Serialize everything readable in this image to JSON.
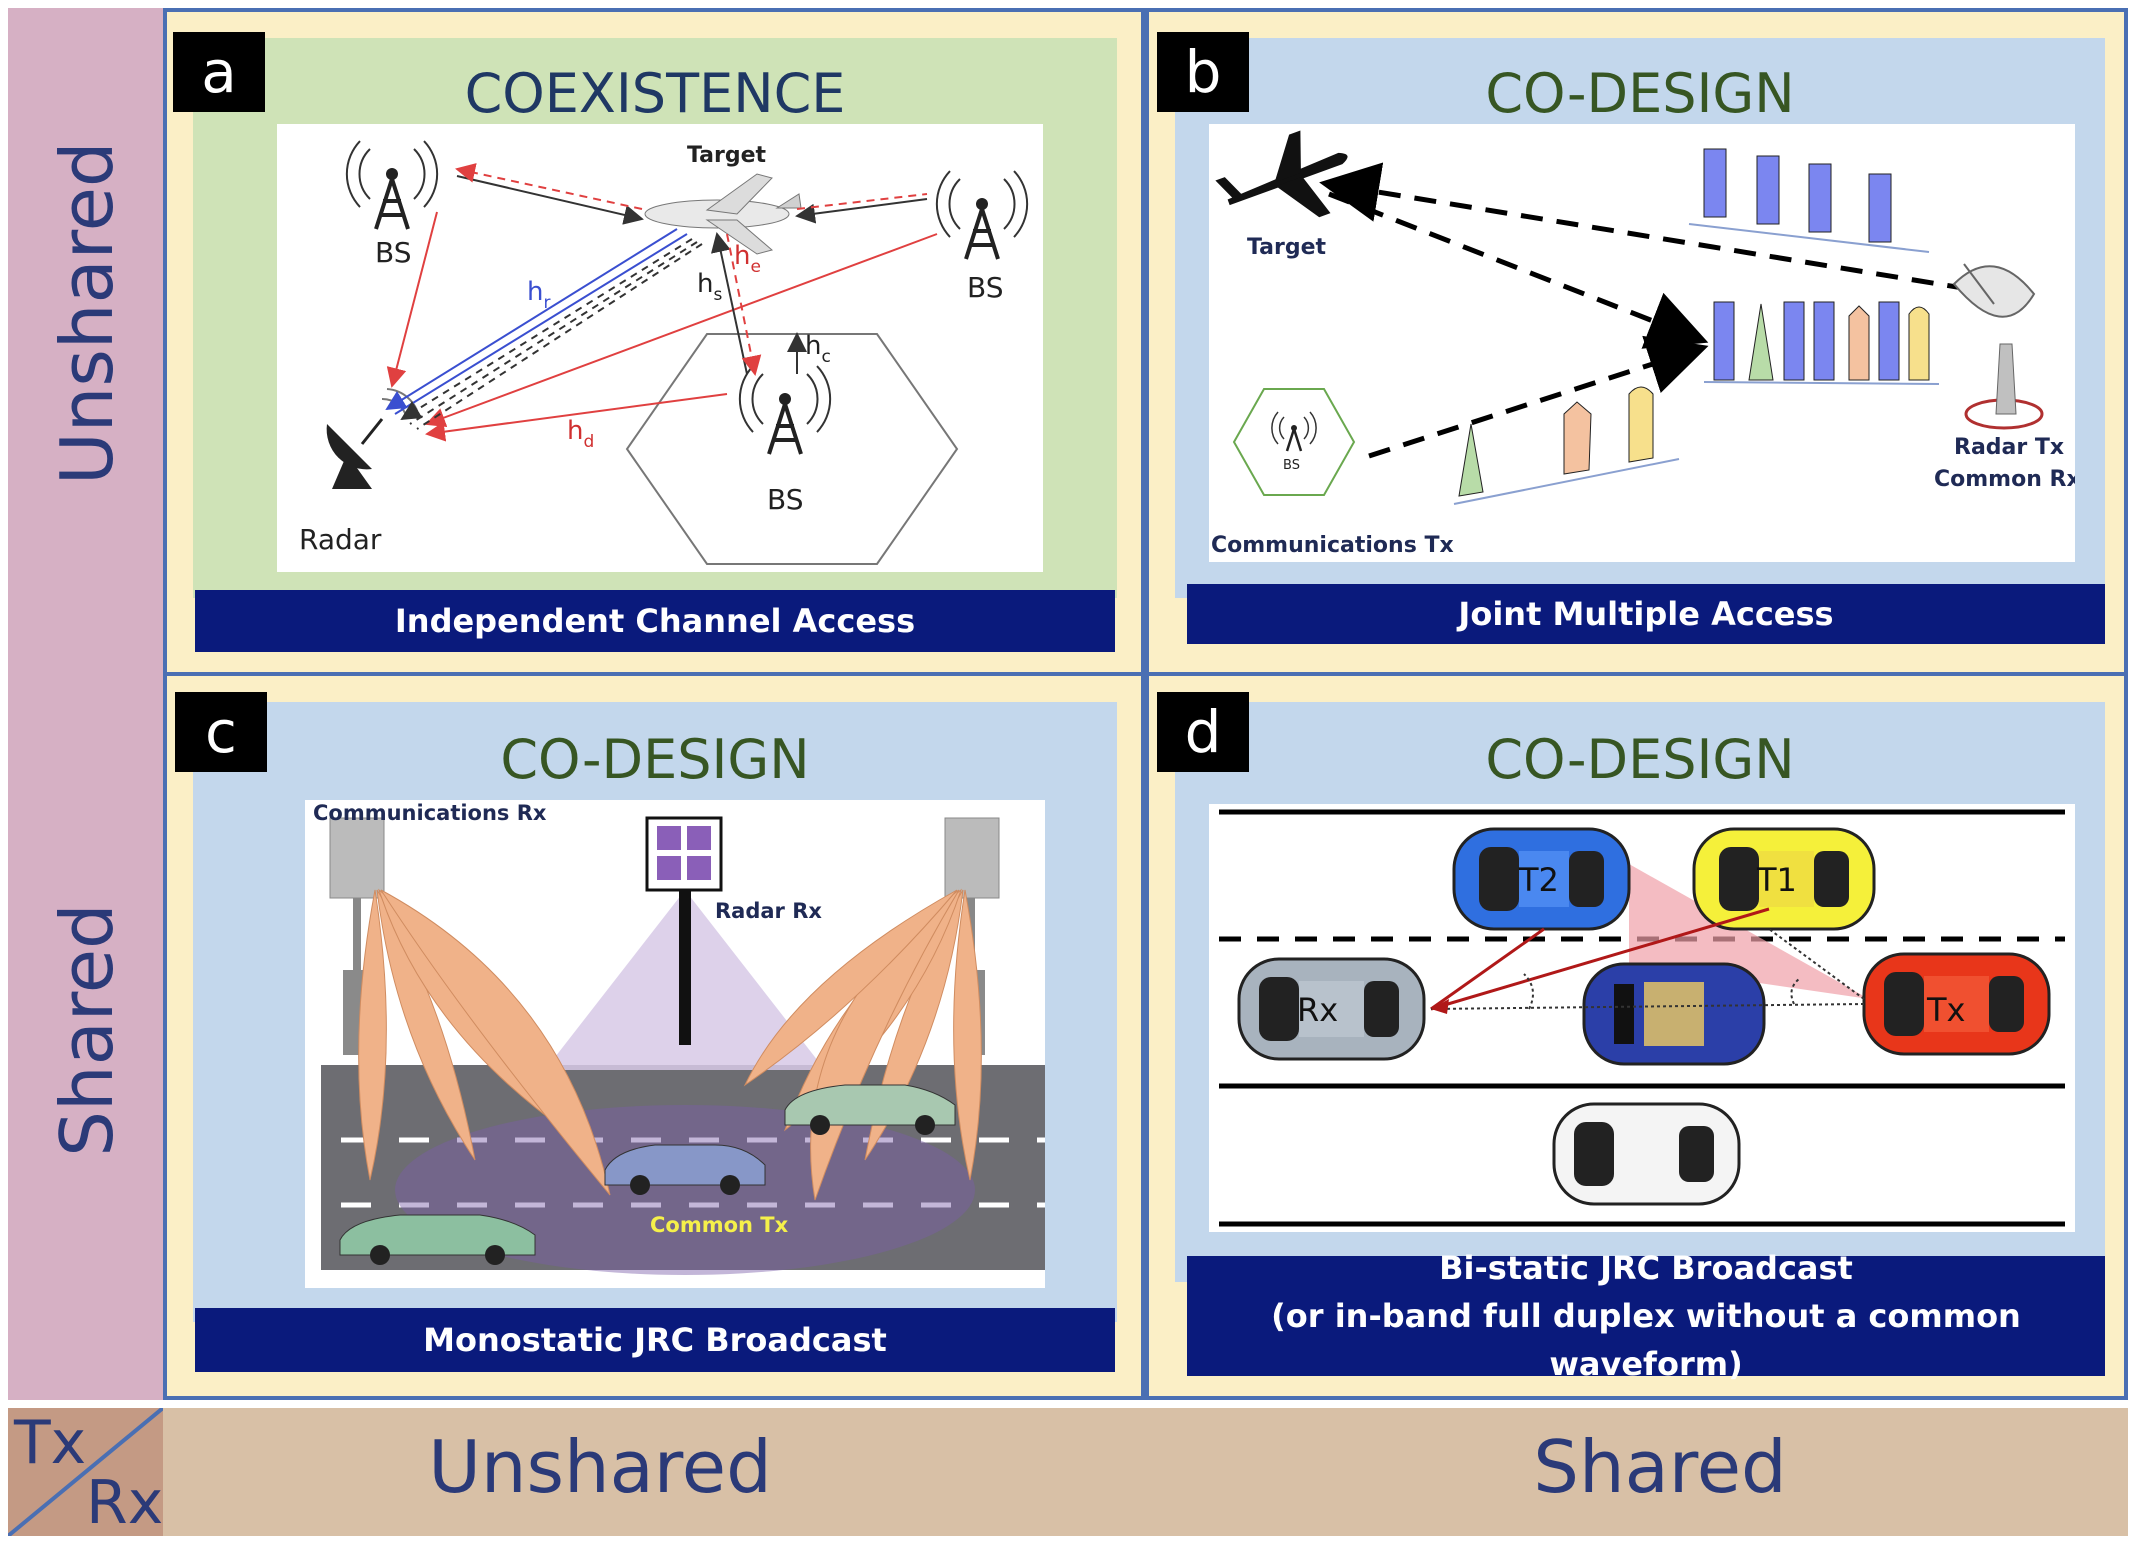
{
  "axes": {
    "rows": [
      "Unshared",
      "Shared"
    ],
    "cols": [
      "Unshared",
      "Shared"
    ],
    "corner_top": "Tx",
    "corner_bottom": "Rx"
  },
  "quadrants": {
    "a": {
      "letter": "a",
      "title": "COEXISTENCE",
      "caption": "Independent Channel Access",
      "labels": {
        "target": "Target",
        "bs1": "BS",
        "bs2": "BS",
        "bs3": "BS",
        "radar": "Radar",
        "hr": "h",
        "hr_sub": "r",
        "hs": "h",
        "hs_sub": "s",
        "he": "h",
        "he_sub": "e",
        "hc": "h",
        "hc_sub": "c",
        "hd": "h",
        "hd_sub": "d"
      }
    },
    "b": {
      "letter": "b",
      "title": "CO-DESIGN",
      "caption": "Joint Multiple Access",
      "labels": {
        "target": "Target",
        "bs": "BS",
        "comm_tx": "Communications Tx",
        "radar_tx": "Radar Tx",
        "common_rx": "Common Rx"
      }
    },
    "c": {
      "letter": "c",
      "title": "CO-DESIGN",
      "caption": "Monostatic JRC Broadcast",
      "labels": {
        "comm_rx": "Communications Rx",
        "radar_rx": "Radar Rx",
        "common_tx": "Common Tx"
      }
    },
    "d": {
      "letter": "d",
      "title": "CO-DESIGN",
      "caption_line1": "Bi-static JRC Broadcast",
      "caption_line2": "(or in-band full duplex without a common waveform)",
      "labels": {
        "t2": "T2",
        "t1": "T1",
        "rx": "Rx",
        "tx": "Tx"
      }
    }
  },
  "colors": {
    "quadrant_border": "#4a6fb3",
    "quadrant_bg": "#fbefc6",
    "green_panel": "#cfe3b7",
    "blue_panel": "#c3d7ec",
    "caption_bar": "#0a1a7c",
    "title_navy": "#1f3864",
    "title_green": "#375623",
    "axis_text": "#2b3a78"
  }
}
